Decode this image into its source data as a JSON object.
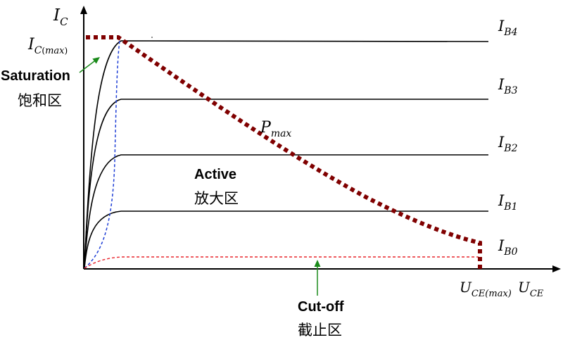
{
  "axes": {
    "y_main": "I",
    "y_sub": "C",
    "x_max_main": "U",
    "x_max_sub": "CE(max)",
    "x_main": "U",
    "x_sub": "CE"
  },
  "ic_max": {
    "main": "I",
    "sub_c": "C",
    "paren_open": "(",
    "sub_max": "max",
    "paren_close": ")"
  },
  "curves": [
    {
      "main": "I",
      "sub": "B4"
    },
    {
      "main": "I",
      "sub": "B3"
    },
    {
      "main": "I",
      "sub": "B2"
    },
    {
      "main": "I",
      "sub": "B1"
    },
    {
      "main": "I",
      "sub": "B0"
    }
  ],
  "pmax": {
    "main": "P",
    "sub": "max"
  },
  "regions": {
    "saturation": {
      "label": "Saturation",
      "cn": "饱和区"
    },
    "active": {
      "label": "Active",
      "cn": "放大区"
    },
    "cutoff": {
      "label": "Cut-off",
      "cn": "截止区"
    }
  },
  "colors": {
    "axis": "#000000",
    "curve": "#000000",
    "pmax_line": "#800000",
    "saturation_boundary": "#1f3fd6",
    "cutoff_boundary": "#e8232a",
    "arrow_green": "#1a8a1a"
  }
}
